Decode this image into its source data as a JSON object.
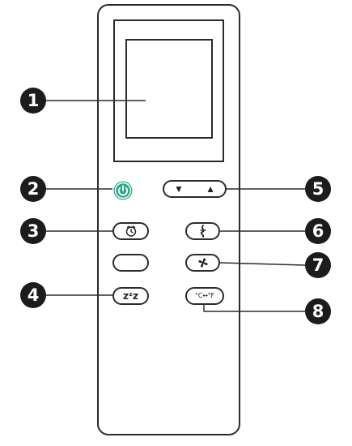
{
  "colors": {
    "outline": "#2b2b2b",
    "callout_fill": "#1c1c1c",
    "power_accent": "#2ea88a"
  },
  "callouts": [
    "1",
    "2",
    "3",
    "4",
    "5",
    "6",
    "7",
    "8"
  ],
  "buttons": {
    "down_glyph": "▼",
    "up_glyph": "▲",
    "sleep_label": "zᶻz",
    "unit_toggle_label": "°C↔°F",
    "timer_icon": "timer-clock-icon",
    "mode_icon": "mode-icon",
    "fan_icon": "fan-icon",
    "power_icon": "power-icon"
  }
}
